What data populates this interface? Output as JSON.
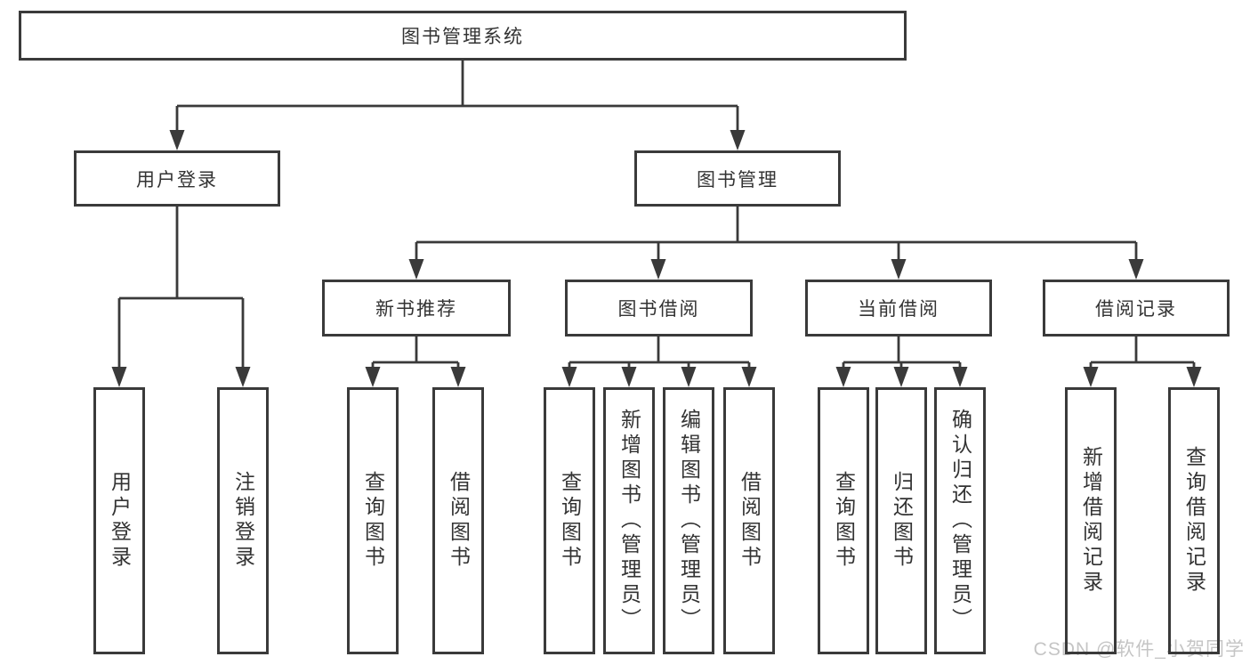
{
  "diagram": {
    "root": {
      "label": "图书管理系统"
    },
    "branches": [
      {
        "label": "用户登录",
        "children": [
          {
            "label": "用户登录"
          },
          {
            "label": "注销登录"
          }
        ]
      },
      {
        "label": "图书管理",
        "sections": [
          {
            "label": "新书推荐",
            "children": [
              {
                "label": "查询图书"
              },
              {
                "label": "借阅图书"
              }
            ]
          },
          {
            "label": "图书借阅",
            "children": [
              {
                "label": "查询图书"
              },
              {
                "label": "新增图书（管理员）"
              },
              {
                "label": "编辑图书（管理员）"
              },
              {
                "label": "借阅图书"
              }
            ]
          },
          {
            "label": "当前借阅",
            "children": [
              {
                "label": "查询图书"
              },
              {
                "label": "归还图书"
              },
              {
                "label": "确认归还（管理员）"
              }
            ]
          },
          {
            "label": "借阅记录",
            "children": [
              {
                "label": "新增借阅记录"
              },
              {
                "label": "查询借阅记录"
              }
            ]
          }
        ]
      }
    ]
  },
  "watermark": {
    "text": "CSDN @软件_小贺同学"
  },
  "colors": {
    "line": "#3a3a3a",
    "text": "#333333",
    "watermark": "#c5c5c5",
    "page_background": "#ffffff"
  }
}
